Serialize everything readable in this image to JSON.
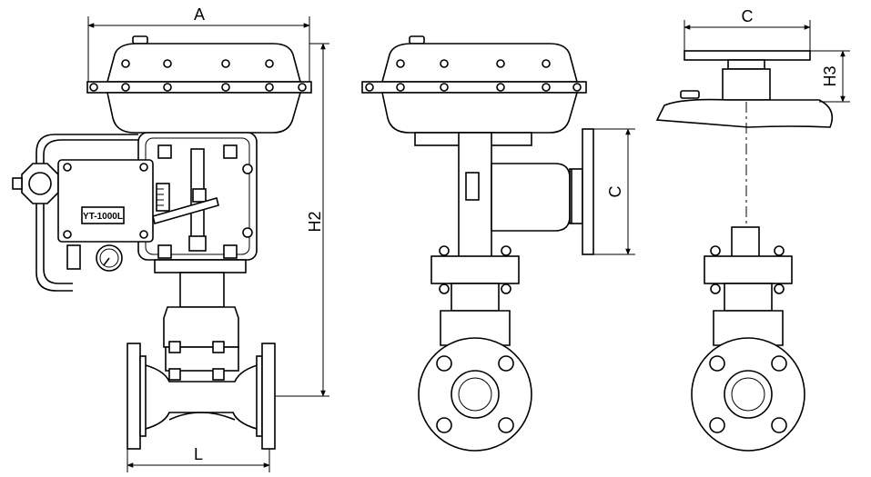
{
  "dimensions": {
    "a": "A",
    "h2": "H2",
    "l": "L",
    "c_side": "C",
    "c_top": "C",
    "h3": "H3"
  },
  "positioner_tag": "YT-1000L"
}
